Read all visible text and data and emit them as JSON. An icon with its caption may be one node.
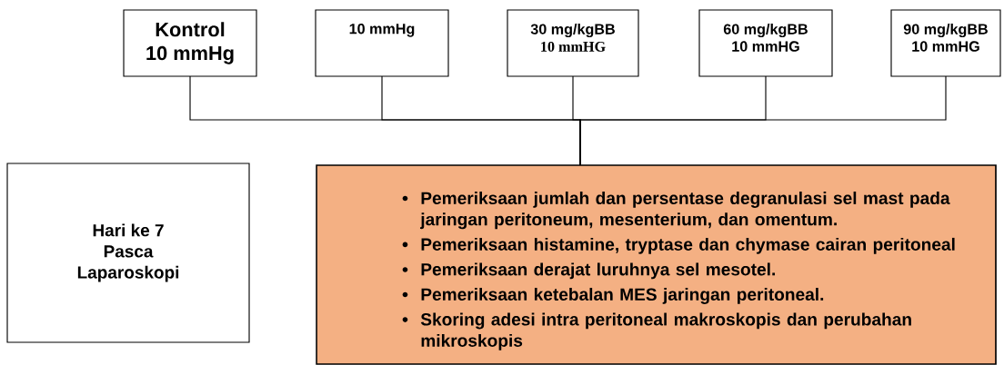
{
  "diagram": {
    "nodes": [
      {
        "text": [
          "Kontrol",
          "10 mmHg"
        ]
      },
      {
        "text": [
          "10 mmHg"
        ]
      },
      {
        "text": [
          "30 mg/kgBB",
          "10 mmHG"
        ]
      },
      {
        "text": [
          "60 mg/kgBB",
          "10 mmHG"
        ]
      },
      {
        "text": [
          "90 mg/kgBB",
          "10 mmHG"
        ]
      },
      {
        "text": [
          "Hari ke 7 Pasca Laparoskopi"
        ]
      },
      {
        "text": [
          "Pemeriksaan jumlah dan persentase degranulasi sel mast pada jaringan peritoneum, mesenterium, dan omentum.",
          "Pemeriksaan histamine, tryptase dan chymase cairan peritoneal",
          "Pemeriksaan derajat luruhnya sel mesotel.",
          "Pemeriksaan ketebalan MES jaringan peritoneal.",
          "Skoring adesi intra peritoneal makroskopis dan perubahan mikroskopis"
        ]
      }
    ],
    "edges": [
      {
        "from": 0,
        "to": 6,
        "arrow": "none"
      },
      {
        "from": 1,
        "to": 6,
        "arrow": "none"
      },
      {
        "from": 2,
        "to": 6,
        "arrow": "none"
      },
      {
        "from": 3,
        "to": 6,
        "arrow": "none"
      },
      {
        "from": 4,
        "to": 6,
        "arrow": "none"
      }
    ]
  }
}
